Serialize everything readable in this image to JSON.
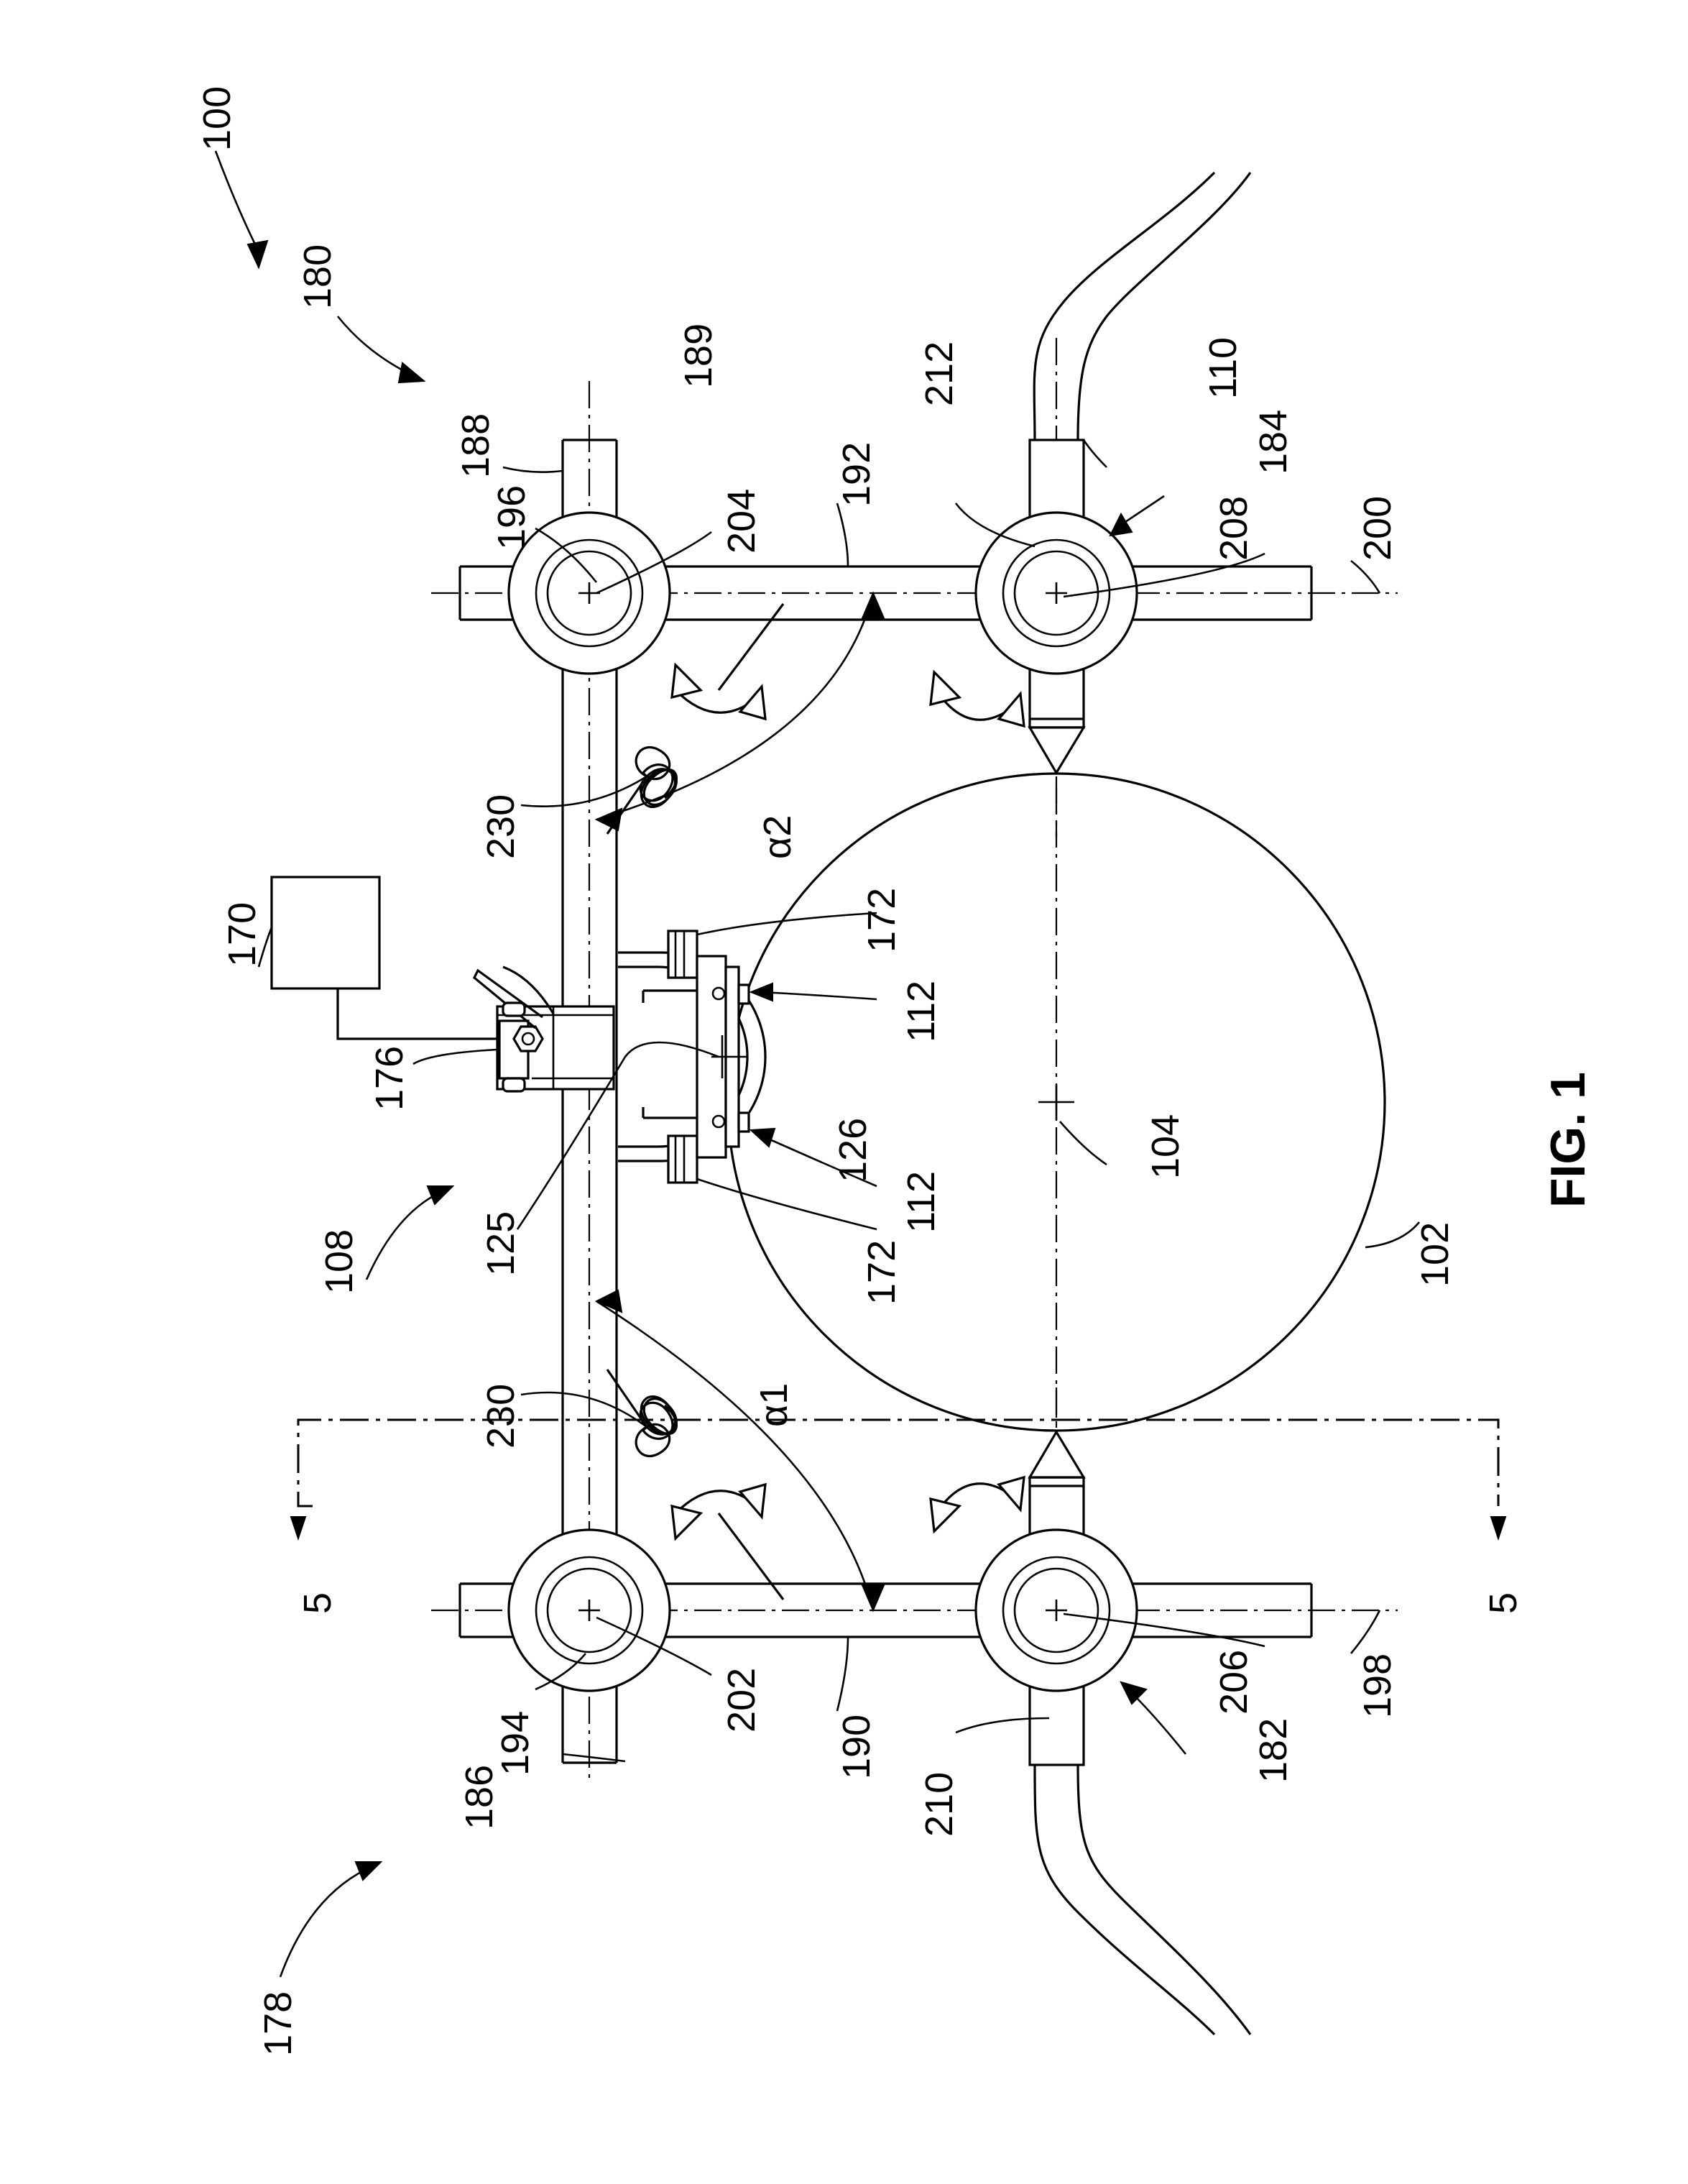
{
  "figure": {
    "caption": "FIG. 1",
    "labels": {
      "l100": "100",
      "l178": "178",
      "l180": "180",
      "l188": "188",
      "l189": "189",
      "l196": "196",
      "l204": "204",
      "l192": "192",
      "l212": "212",
      "l110": "110",
      "l184": "184",
      "l208": "208",
      "l200": "200",
      "l170": "170",
      "l176": "176",
      "l108": "108",
      "l125": "125",
      "l126": "126",
      "l172a": "172",
      "l172b": "172",
      "l112a": "112",
      "l112b": "112",
      "l104": "104",
      "l102": "102",
      "l230a": "230",
      "l230b": "230",
      "alpha1": "α1",
      "alpha2": "α2",
      "l194": "194",
      "l202": "202",
      "l190": "190",
      "l186": "186",
      "l206": "206",
      "l198": "198",
      "l210": "210",
      "l182": "182",
      "sec5a": "5",
      "sec5b": "5"
    }
  }
}
